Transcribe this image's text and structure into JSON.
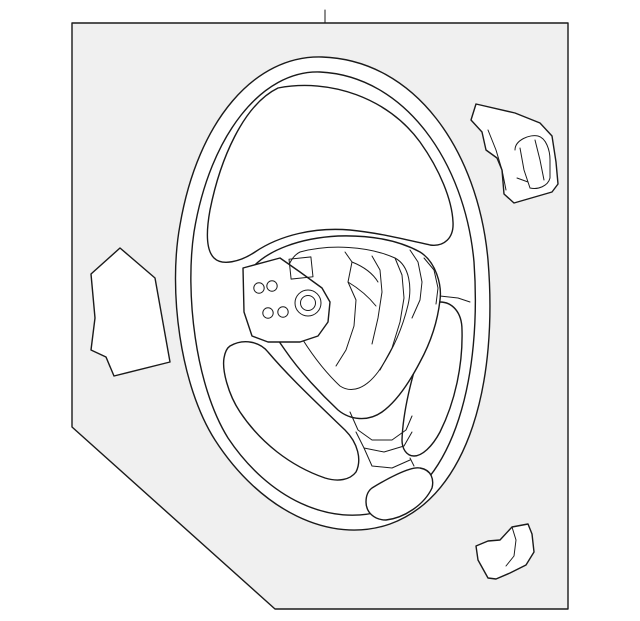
{
  "diagram": {
    "colors": {
      "background": "#ffffff",
      "panel": "#f0f0f0",
      "line": "#1a1a1a"
    },
    "parts": [
      {
        "name": "steering-wheel-assembly"
      },
      {
        "name": "horn-pad-cover"
      },
      {
        "name": "lower-trim-cover"
      },
      {
        "name": "switch-cover-upper-right"
      },
      {
        "name": "switch-cover-lower-right"
      }
    ]
  }
}
